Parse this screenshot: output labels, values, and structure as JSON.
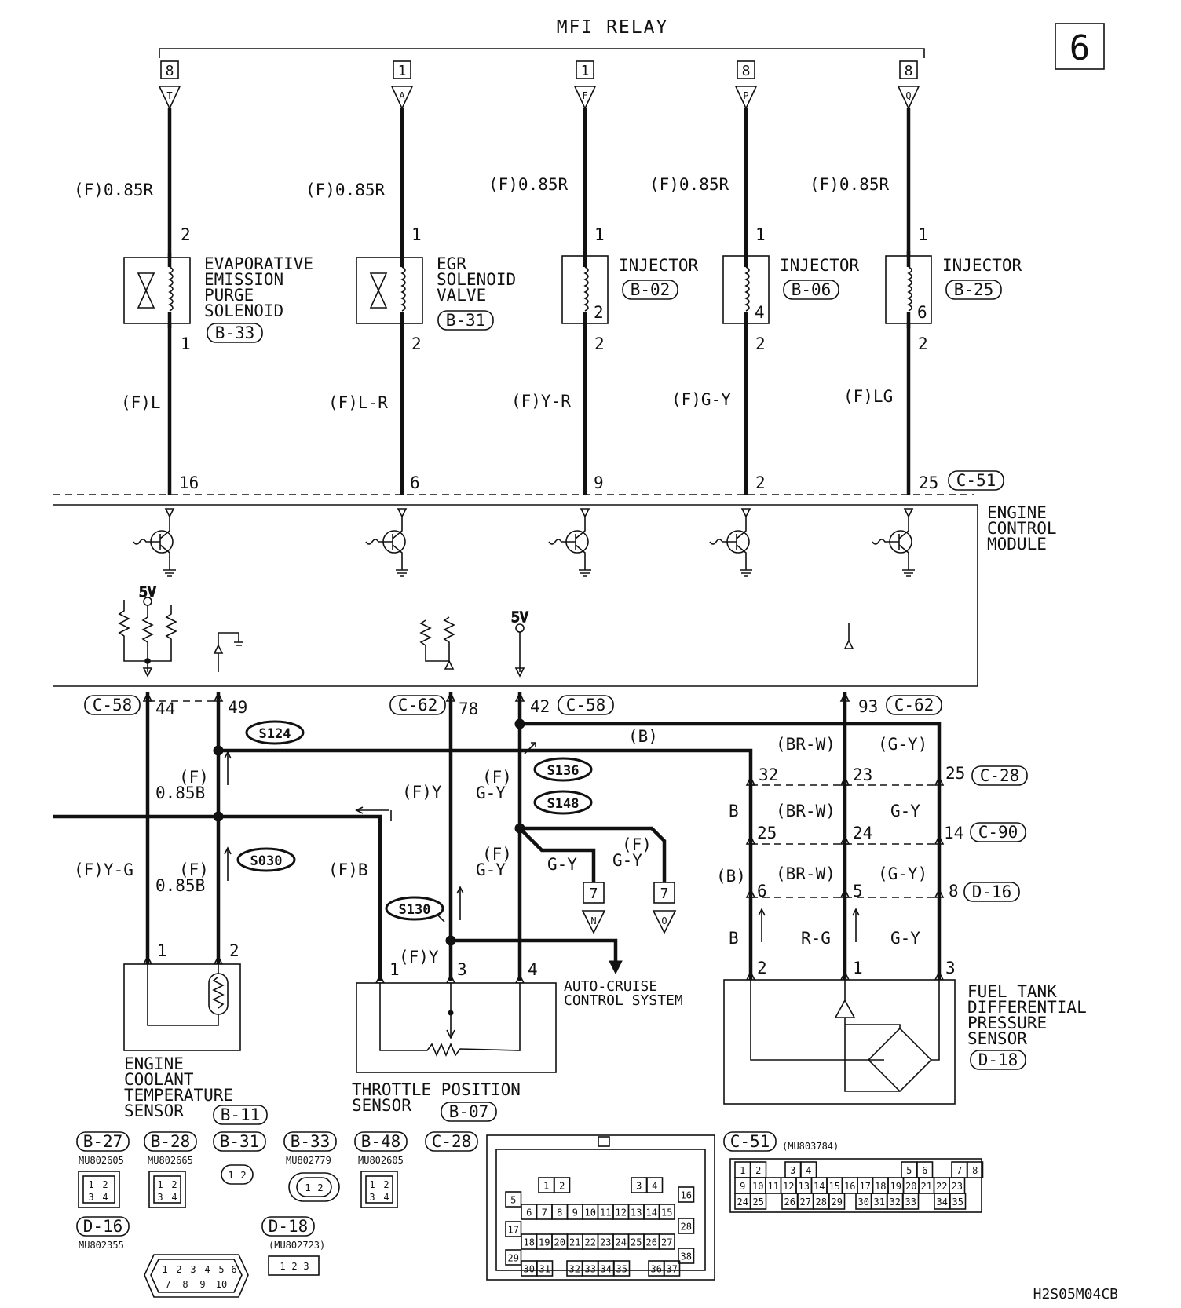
{
  "page_number": "6",
  "mfi_relay": "MFI RELAY",
  "relay_terminals": [
    {
      "box": "8",
      "pin": "T",
      "wire": "(F)0.85R"
    },
    {
      "box": "1",
      "pin": "A",
      "wire": "(F)0.85R"
    },
    {
      "box": "1",
      "pin": "F",
      "wire": "(F)0.85R"
    },
    {
      "box": "8",
      "pin": "P",
      "wire": "(F)0.85R"
    },
    {
      "box": "8",
      "pin": "Q",
      "wire": "(F)0.85R"
    }
  ],
  "components": {
    "evap": {
      "lines": [
        "EVAPORATIVE",
        "EMISSION",
        "PURGE",
        "SOLENOID"
      ],
      "connector": "B-33",
      "pin_top": "2",
      "pin_bottom": "1"
    },
    "egr": {
      "lines": [
        "EGR",
        "SOLENOID",
        "VALVE"
      ],
      "connector": "B-31",
      "pin_top": "1",
      "pin_bottom": "2"
    },
    "inj1": {
      "label": "INJECTOR",
      "connector": "B-02",
      "pin_top": "1",
      "inner": "2",
      "pin_bottom": "2"
    },
    "inj2": {
      "label": "INJECTOR",
      "connector": "B-06",
      "pin_top": "1",
      "inner": "4",
      "pin_bottom": "2"
    },
    "inj3": {
      "label": "INJECTOR",
      "connector": "B-25",
      "pin_top": "1",
      "inner": "6",
      "pin_bottom": "2"
    }
  },
  "lower_wires": [
    "(F)L",
    "(F)L-R",
    "(F)Y-R",
    "(F)G-Y",
    "(F)LG"
  ],
  "ecm_pins_top": [
    "16",
    "6",
    "9",
    "2",
    "25"
  ],
  "ecm_connector_top": "C-51",
  "ecm": {
    "lines": [
      "ENGINE",
      "CONTROL",
      "MODULE"
    ]
  },
  "five_v": "5V",
  "bottom_pins": {
    "p44": "44",
    "p49": "49",
    "p78": "78",
    "p42": "42",
    "p93": "93",
    "c58a": "C-58",
    "c62a": "C-62",
    "c58b": "C-58",
    "c62b": "C-62"
  },
  "splices": [
    "S124",
    "S136",
    "S148",
    "S030",
    "S130"
  ],
  "wire_labels": {
    "b": "(B)",
    "f1": "(F)",
    "f085b1": "0.85B",
    "fy": "(F)Y",
    "f2": "(F)",
    "gy1": "G-Y",
    "fyg": "(F)Y-G",
    "f3": "(F)",
    "f085b2": "0.85B",
    "fb": "(F)B",
    "f4": "(F)",
    "gy2": "G-Y",
    "gy3": "G-Y",
    "f5": "(F)",
    "gy4": "G-Y",
    "fy2": "(F)Y"
  },
  "terminal_boxes": [
    {
      "box": "7",
      "pin": "N"
    },
    {
      "box": "7",
      "pin": "O"
    }
  ],
  "auto_cruise": {
    "lines": [
      "AUTO-CRUISE",
      "CONTROL SYSTEM"
    ]
  },
  "fuel_harness": {
    "row1": {
      "a": "(BR-W)",
      "b": "(G-Y)",
      "p1": "32",
      "p2": "23",
      "p3": "25",
      "conn": "C-28"
    },
    "row2": {
      "a": "B",
      "b": "(BR-W)",
      "c": "G-Y",
      "p1": "25",
      "p2": "24",
      "p3": "14",
      "conn": "C-90"
    },
    "row3": {
      "a": "(B)",
      "b": "(BR-W)",
      "c": "(G-Y)",
      "p1": "6",
      "p2": "5",
      "p3": "8",
      "conn": "D-16"
    },
    "row4": {
      "a": "B",
      "b": "R-G",
      "c": "G-Y",
      "p1": "2",
      "p2": "1",
      "p3": "3"
    }
  },
  "ect_sensor": {
    "lines": [
      "ENGINE",
      "COOLANT",
      "TEMPERATURE",
      "SENSOR"
    ],
    "connector": "B-11",
    "pin1": "1",
    "pin2": "2"
  },
  "tps": {
    "lines": [
      "THROTTLE POSITION",
      "SENSOR"
    ],
    "connector": "B-07",
    "pin1": "1",
    "pin3": "3",
    "pin4": "4"
  },
  "fuel_sensor": {
    "lines": [
      "FUEL TANK",
      "DIFFERENTIAL",
      "PRESSURE",
      "SENSOR"
    ],
    "connector": "D-18"
  },
  "connector_views": {
    "b27": {
      "id": "B-27",
      "part": "MU802605"
    },
    "b28": {
      "id": "B-28",
      "part": "MU802665"
    },
    "b31": {
      "id": "B-31"
    },
    "b33": {
      "id": "B-33",
      "part": "MU802779"
    },
    "b48": {
      "id": "B-48",
      "part": "MU802605"
    },
    "c28": {
      "id": "C-28"
    },
    "c51": {
      "id": "C-51",
      "part": "(MU803784)"
    },
    "d16": {
      "id": "D-16",
      "part": "MU802355"
    },
    "d18": {
      "id": "D-18",
      "part": "(MU802723)"
    }
  },
  "c28_rows": [
    [
      "1",
      "2",
      "3",
      "4"
    ],
    [
      "5",
      "16"
    ],
    [
      "6",
      "7",
      "8",
      "9",
      "10",
      "11",
      "12",
      "13",
      "14",
      "15"
    ],
    [
      "17",
      "28"
    ],
    [
      "18",
      "19",
      "20",
      "21",
      "22",
      "23",
      "24",
      "25",
      "26",
      "27"
    ],
    [
      "29",
      "38"
    ],
    [
      "30",
      "31",
      "32",
      "33",
      "34",
      "35",
      "36",
      "37"
    ]
  ],
  "c51_rows": [
    [
      "1",
      "2",
      "3",
      "4",
      "5",
      "6",
      "7",
      "8"
    ],
    [
      "9",
      "10",
      "11",
      "12",
      "13",
      "14",
      "15",
      "16",
      "17",
      "18",
      "19",
      "20",
      "21",
      "22",
      "23"
    ],
    [
      "24",
      "25",
      "26",
      "27",
      "28",
      "29",
      "30",
      "31",
      "32",
      "33",
      "34",
      "35"
    ]
  ],
  "d16_pins": [
    "1",
    "2",
    "3",
    "4",
    "5",
    "6",
    "7",
    "8",
    "9",
    "10"
  ],
  "d18_pins": [
    "1",
    "2",
    "3"
  ],
  "b31_pins": [
    "1",
    "2"
  ],
  "b33_pins": [
    "1",
    "2"
  ],
  "quad_pins": [
    "1",
    "2",
    "3",
    "4"
  ],
  "figure_id": "H2S05M04CB"
}
